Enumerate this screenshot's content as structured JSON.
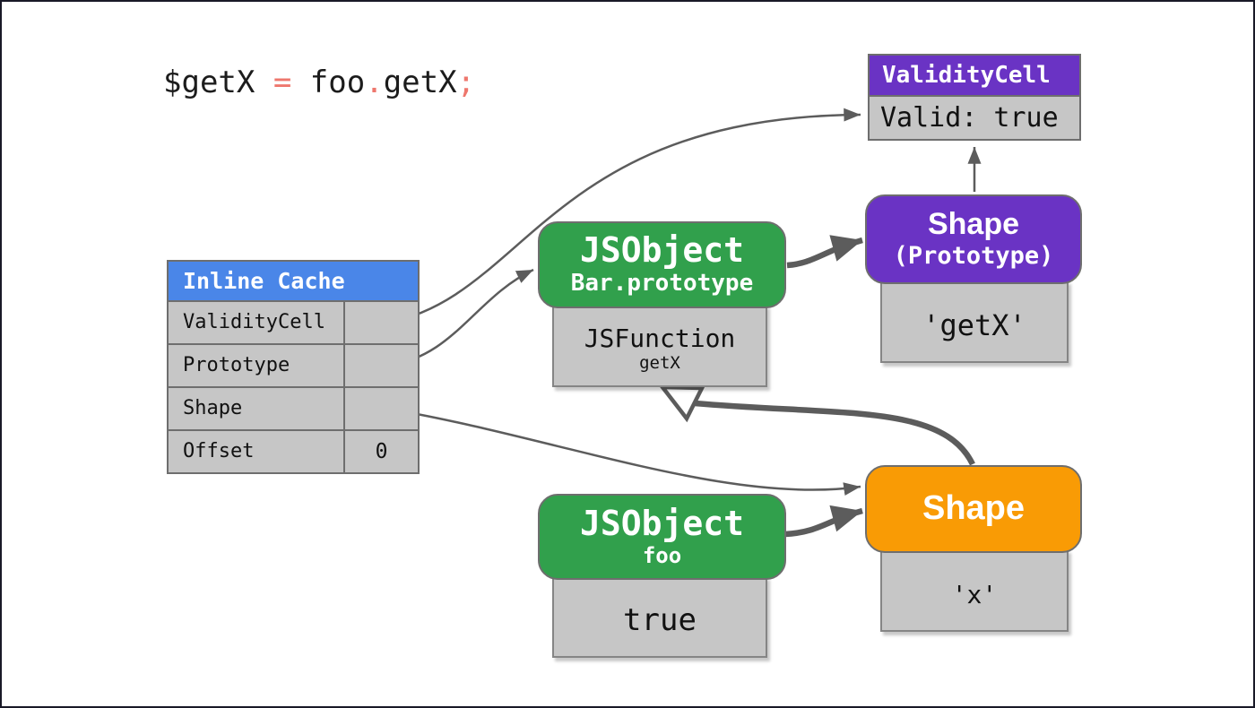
{
  "code_line": {
    "t1": "$getX ",
    "t2": "=",
    "t3": " foo",
    "t4": ".",
    "t5": "getX",
    "t6": ";"
  },
  "validity_cell": {
    "title": "ValidityCell",
    "value": "Valid: true"
  },
  "inline_cache": {
    "title": "Inline Cache",
    "rows": [
      {
        "label": "ValidityCell",
        "value": ""
      },
      {
        "label": "Prototype",
        "value": ""
      },
      {
        "label": "Shape",
        "value": ""
      },
      {
        "label": "Offset",
        "value": "0"
      }
    ]
  },
  "jsobject_bar": {
    "title": "JSObject",
    "subtitle": "Bar.prototype",
    "slot_title": "JSFunction",
    "slot_subtitle": "getX"
  },
  "shape_prototype": {
    "title": "Shape",
    "subtitle": "(Prototype)",
    "slot": "'getX'"
  },
  "jsobject_foo": {
    "title": "JSObject",
    "subtitle": "foo",
    "slot": "true"
  },
  "shape_plain": {
    "title": "Shape",
    "slot": "'x'"
  },
  "colors": {
    "green": "#31a04c",
    "purple": "#6a33c4",
    "orange": "#f99b05",
    "blue": "#4a86e8",
    "cell_gray": "#c6c6c6",
    "border_gray": "#6e6e6e",
    "slot_border": "#858585",
    "arrow_gray": "#5c5c5c",
    "dot_gray": "#6b6b6b",
    "code_accent": "#ee776d",
    "text_dark": "#1c1c1c",
    "frame": "#191927"
  }
}
